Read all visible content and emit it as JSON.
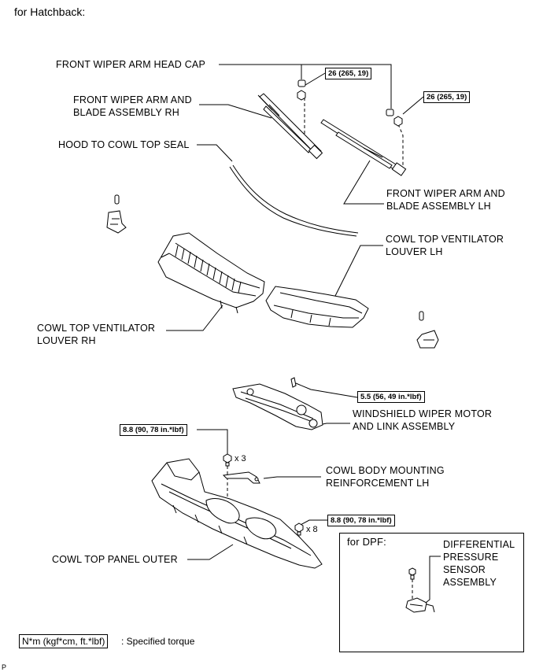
{
  "title": "for Hatchback:",
  "parts": {
    "head_cap": "FRONT WIPER ARM HEAD CAP",
    "arm_rh": [
      "FRONT WIPER ARM AND",
      "BLADE ASSEMBLY RH"
    ],
    "hood_seal": "HOOD TO COWL TOP SEAL",
    "arm_lh": [
      "FRONT WIPER ARM AND",
      "BLADE ASSEMBLY LH"
    ],
    "louver_lh": [
      "COWL TOP VENTILATOR",
      "LOUVER LH"
    ],
    "louver_rh": [
      "COWL TOP VENTILATOR",
      "LOUVER RH"
    ],
    "wiper_motor": [
      "WINDSHIELD WIPER MOTOR",
      "AND LINK ASSEMBLY"
    ],
    "reinforcement": [
      "COWL BODY MOUNTING",
      "REINFORCEMENT LH"
    ],
    "panel_outer": "COWL TOP PANEL OUTER"
  },
  "torques": {
    "arm_nut_rh": "26 (265, 19)",
    "arm_nut_lh": "26 (265, 19)",
    "motor_bolt": "5.5 (56, 49 in.*lbf)",
    "panel_bolt_3": "8.8 (90, 78 in.*lbf)",
    "panel_bolt_8": "8.8 (90, 78 in.*lbf)"
  },
  "multipliers": {
    "x3": "x 3",
    "x8": "x 8"
  },
  "dpf": {
    "heading": "for DPF:",
    "sensor": [
      "DIFFERENTIAL",
      "PRESSURE",
      "SENSOR",
      "ASSEMBLY"
    ]
  },
  "legend": {
    "symbol": "N*m (kgf*cm, ft.*lbf)",
    "description": ": Specified torque"
  },
  "figure_code": "P"
}
